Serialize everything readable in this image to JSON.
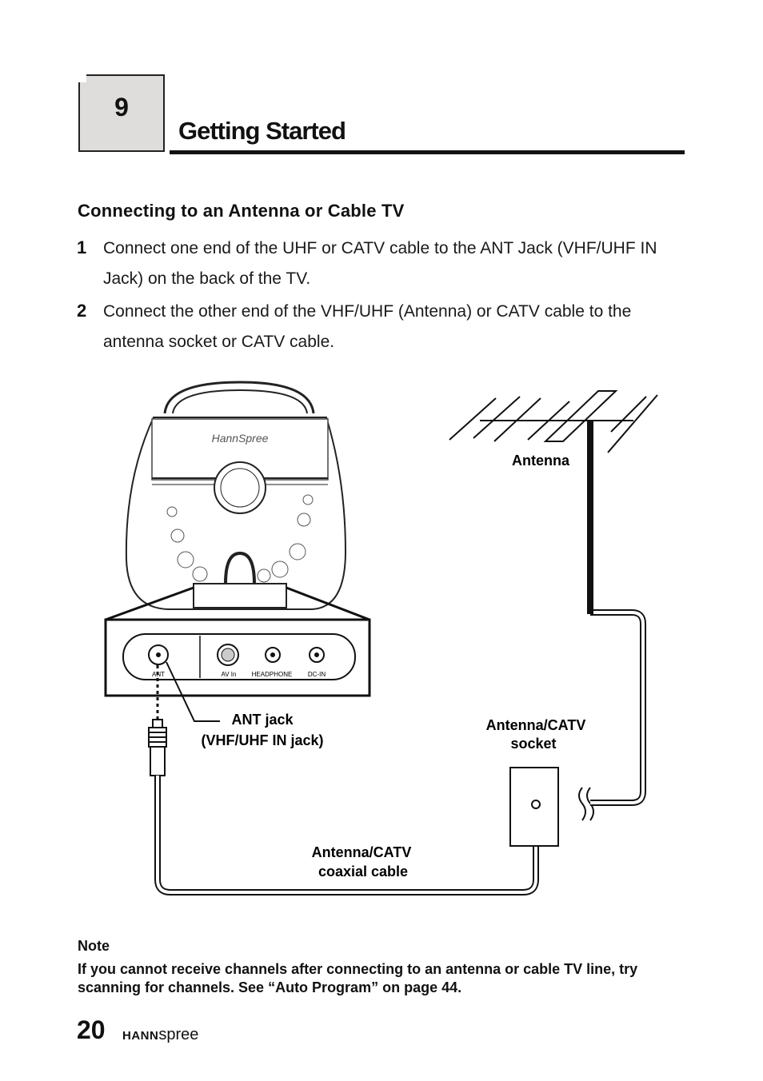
{
  "chapter": {
    "number": "9",
    "title": "Getting Started"
  },
  "section_title": "Connecting to an Antenna or Cable TV",
  "steps": [
    {
      "num": "1",
      "text": "Connect one end of the UHF or CATV cable to the ANT Jack (VHF/UHF IN Jack) on the back of the TV."
    },
    {
      "num": "2",
      "text": "Connect the other end of the VHF/UHF (Antenna) or CATV cable to the antenna socket or CATV cable."
    }
  ],
  "diagram": {
    "antenna_label": "Antenna",
    "socket_label_1": "Antenna/CATV",
    "socket_label_2": "socket",
    "cable_label_1": "Antenna/CATV",
    "cable_label_2": "coaxial cable",
    "jack_label_1": "ANT jack",
    "jack_label_2": "(VHF/UHF IN jack)",
    "panel_ports": [
      "ANT",
      "AV In",
      "HEADPHONE",
      "DC-IN"
    ]
  },
  "note": {
    "heading": "Note",
    "text": "If you cannot receive channels after connecting to an antenna or cable TV line, try scanning for channels. See “Auto Program” on page 44."
  },
  "footer": {
    "page_number": "20",
    "brand_bold": "HANN",
    "brand_light": "spree"
  }
}
